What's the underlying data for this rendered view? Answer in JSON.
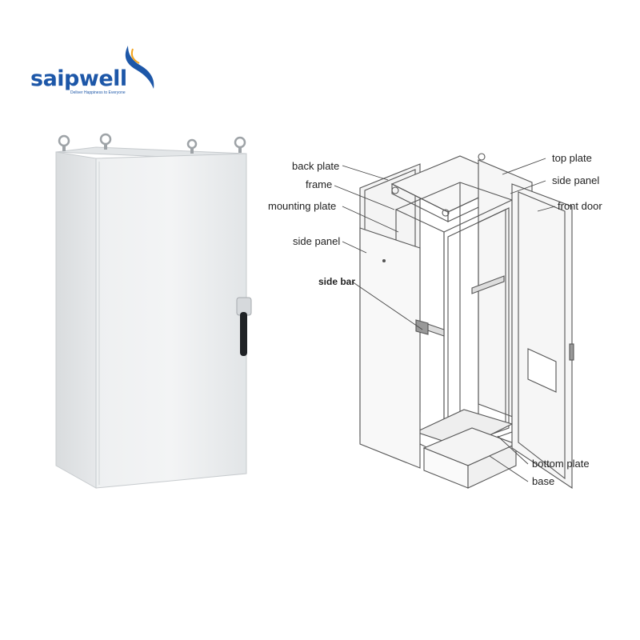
{
  "brand": {
    "name": "saipwell",
    "tagline": "Deliver Happiness to Everyone",
    "color": "#1d57a8",
    "accent": "#1d57a8"
  },
  "diagram": {
    "labels": {
      "back_plate": "back plate",
      "frame": "frame",
      "mounting_plate": "mounting plate",
      "side_panel_left": "side panel",
      "side_bar": "side bar",
      "top_plate": "top plate",
      "side_panel_right": "side panel",
      "front_door": "front door",
      "bottom_plate": "bottom plate",
      "base": "base"
    }
  }
}
